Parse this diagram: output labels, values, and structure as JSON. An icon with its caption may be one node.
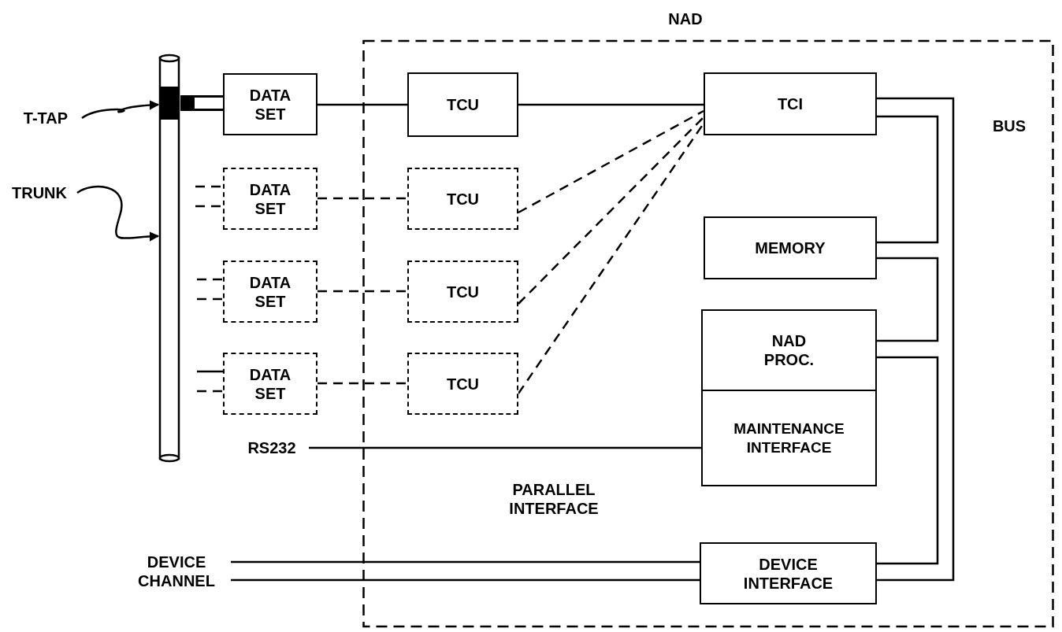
{
  "diagram": {
    "nodes": [
      {
        "text": [
          "NAD"
        ]
      },
      {
        "text": [],
        "shape": "cylinder"
      },
      {
        "text": [
          "T-TAP"
        ]
      },
      {
        "text": [
          "TRUNK"
        ]
      },
      {
        "text": [
          "DATA SET"
        ]
      },
      {
        "text": [
          "DATA SET"
        ]
      },
      {
        "text": [
          "DATA SET"
        ]
      },
      {
        "text": [
          "DATA SET"
        ]
      },
      {
        "text": [
          "TCU"
        ],
        "in": 0
      },
      {
        "text": [
          "TCU"
        ],
        "in": 0
      },
      {
        "text": [
          "TCU"
        ],
        "in": 0
      },
      {
        "text": [
          "TCU"
        ],
        "in": 0
      },
      {
        "text": [
          "TCI"
        ],
        "in": 0
      },
      {
        "text": [
          "MEMORY"
        ],
        "in": 0
      },
      {
        "text": [
          "NAD PROC."
        ],
        "in": 0
      },
      {
        "text": [
          "MAINTENANCE INTERFACE"
        ],
        "in": 0
      },
      {
        "text": [
          "DEVICE INTERFACE"
        ],
        "in": 0
      },
      {
        "text": [
          "RS232"
        ]
      },
      {
        "text": [
          "DEVICE CHANNEL"
        ]
      }
    ],
    "edges": [
      {
        "from": 2,
        "to": 1,
        "arrow": "to"
      },
      {
        "from": 3,
        "to": 1,
        "arrow": "to"
      },
      {
        "from": 1,
        "to": 4,
        "arrow": "none",
        "style": "thick"
      },
      {
        "from": 4,
        "to": 8,
        "arrow": "none"
      },
      {
        "from": 5,
        "to": 9,
        "arrow": "none",
        "style": "dashed"
      },
      {
        "from": 6,
        "to": 10,
        "arrow": "none",
        "style": "dashed"
      },
      {
        "from": 7,
        "to": 11,
        "arrow": "none",
        "style": "dashed"
      },
      {
        "from": null,
        "to": 5,
        "arrow": "none",
        "style": "dashed"
      },
      {
        "from": null,
        "to": 5,
        "arrow": "none",
        "style": "dashed"
      },
      {
        "from": null,
        "to": 6,
        "arrow": "none",
        "style": "dashed"
      },
      {
        "from": null,
        "to": 6,
        "arrow": "none",
        "style": "dashed"
      },
      {
        "from": null,
        "to": 7,
        "arrow": "none"
      },
      {
        "from": null,
        "to": 7,
        "arrow": "none",
        "style": "dashed"
      },
      {
        "from": 8,
        "to": 12,
        "arrow": "none"
      },
      {
        "from": 9,
        "to": 12,
        "arrow": "none",
        "style": "dashed"
      },
      {
        "from": 10,
        "to": 12,
        "arrow": "none",
        "style": "dashed"
      },
      {
        "from": 11,
        "to": 12,
        "arrow": "none",
        "style": "dashed"
      },
      {
        "from": 12,
        "to": 13,
        "arrow": "none"
      },
      {
        "from": 13,
        "to": 14,
        "arrow": "none"
      },
      {
        "from": 14,
        "to": 16,
        "arrow": "none"
      },
      {
        "from": 12,
        "to": 16,
        "arrow": "none"
      },
      {
        "from": 17,
        "to": 15,
        "arrow": "none"
      },
      {
        "from": 18,
        "to": 16,
        "arrow": "none"
      },
      {
        "from": 18,
        "to": 16,
        "arrow": "none"
      }
    ],
    "labels": [
      "BUS",
      "PARALLEL INTERFACE"
    ]
  }
}
